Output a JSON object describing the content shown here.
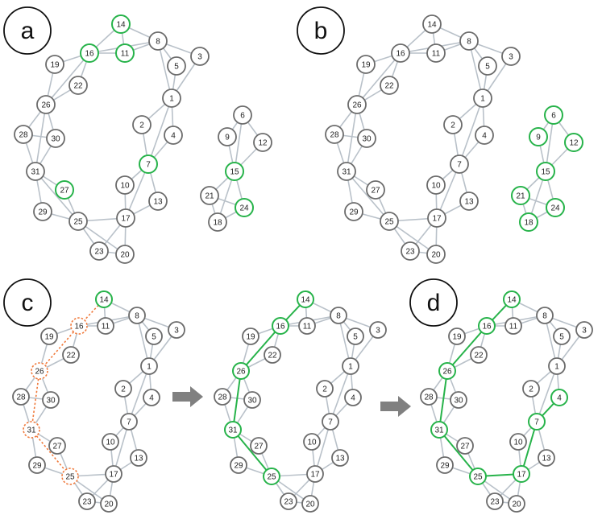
{
  "colors": {
    "node_stroke": "#6b6b6b",
    "edge": "#b9c1c9",
    "highlight": "#27b34a",
    "candidate": "#f07a3c",
    "arrow": "#808080"
  },
  "panels": [
    {
      "label": "a",
      "layout": "left",
      "highlight_nodes": [
        "14",
        "16",
        "11",
        "27",
        "7",
        "15",
        "24"
      ],
      "highlight_edges": [],
      "candidate_nodes": [],
      "candidate_edges": []
    },
    {
      "label": "b",
      "layout": "left",
      "highlight_nodes": [
        "6",
        "9",
        "12",
        "15",
        "21",
        "18",
        "24"
      ],
      "highlight_edges": [],
      "candidate_nodes": [],
      "candidate_edges": []
    },
    {
      "label": "c",
      "layout": "bottom",
      "highlight_nodes": [
        "14"
      ],
      "highlight_edges": [],
      "candidate_nodes": [
        "16",
        "26",
        "31",
        "25"
      ],
      "candidate_edges": [
        [
          "14",
          "16"
        ],
        [
          "16",
          "26"
        ],
        [
          "26",
          "31"
        ],
        [
          "31",
          "25"
        ]
      ]
    },
    {
      "label": "",
      "layout": "bottom",
      "highlight_nodes": [
        "14",
        "16",
        "26",
        "31",
        "25"
      ],
      "highlight_edges": [
        [
          "14",
          "16"
        ],
        [
          "16",
          "26"
        ],
        [
          "26",
          "31"
        ],
        [
          "31",
          "25"
        ]
      ],
      "candidate_nodes": [],
      "candidate_edges": []
    },
    {
      "label": "d",
      "layout": "bottom",
      "highlight_nodes": [
        "14",
        "16",
        "26",
        "31",
        "25",
        "17",
        "7",
        "4"
      ],
      "highlight_edges": [
        [
          "14",
          "16"
        ],
        [
          "16",
          "26"
        ],
        [
          "26",
          "31"
        ],
        [
          "31",
          "25"
        ],
        [
          "25",
          "17"
        ],
        [
          "17",
          "7"
        ],
        [
          "7",
          "4"
        ]
      ],
      "candidate_nodes": [],
      "candidate_edges": []
    }
  ],
  "arrows": [
    {
      "name": "arrow-c-to-middle"
    },
    {
      "name": "arrow-middle-to-d"
    }
  ],
  "graph": {
    "nodes": [
      "14",
      "8",
      "16",
      "11",
      "3",
      "5",
      "19",
      "22",
      "1",
      "26",
      "2",
      "4",
      "28",
      "30",
      "7",
      "31",
      "10",
      "27",
      "13",
      "17",
      "29",
      "25",
      "23",
      "20",
      "6",
      "9",
      "12",
      "15",
      "21",
      "24",
      "18"
    ],
    "edges": [
      [
        "14",
        "16"
      ],
      [
        "14",
        "11"
      ],
      [
        "14",
        "8"
      ],
      [
        "16",
        "11"
      ],
      [
        "11",
        "8"
      ],
      [
        "16",
        "8"
      ],
      [
        "8",
        "5"
      ],
      [
        "8",
        "3"
      ],
      [
        "8",
        "1"
      ],
      [
        "5",
        "1"
      ],
      [
        "3",
        "1"
      ],
      [
        "16",
        "19"
      ],
      [
        "16",
        "22"
      ],
      [
        "16",
        "26"
      ],
      [
        "19",
        "26"
      ],
      [
        "22",
        "26"
      ],
      [
        "26",
        "28"
      ],
      [
        "26",
        "30"
      ],
      [
        "26",
        "31"
      ],
      [
        "28",
        "31"
      ],
      [
        "30",
        "31"
      ],
      [
        "28",
        "30"
      ],
      [
        "31",
        "27"
      ],
      [
        "31",
        "29"
      ],
      [
        "31",
        "25"
      ],
      [
        "27",
        "25"
      ],
      [
        "29",
        "25"
      ],
      [
        "25",
        "23"
      ],
      [
        "25",
        "20"
      ],
      [
        "25",
        "17"
      ],
      [
        "23",
        "20"
      ],
      [
        "23",
        "17"
      ],
      [
        "20",
        "17"
      ],
      [
        "17",
        "10"
      ],
      [
        "17",
        "13"
      ],
      [
        "17",
        "7"
      ],
      [
        "10",
        "7"
      ],
      [
        "13",
        "7"
      ],
      [
        "7",
        "2"
      ],
      [
        "7",
        "4"
      ],
      [
        "7",
        "1"
      ],
      [
        "1",
        "2"
      ],
      [
        "1",
        "4"
      ],
      [
        "6",
        "9"
      ],
      [
        "6",
        "12"
      ],
      [
        "6",
        "15"
      ],
      [
        "9",
        "15"
      ],
      [
        "12",
        "15"
      ],
      [
        "15",
        "21"
      ],
      [
        "15",
        "24"
      ],
      [
        "15",
        "18"
      ],
      [
        "21",
        "24"
      ],
      [
        "21",
        "18"
      ],
      [
        "18",
        "24"
      ]
    ]
  }
}
